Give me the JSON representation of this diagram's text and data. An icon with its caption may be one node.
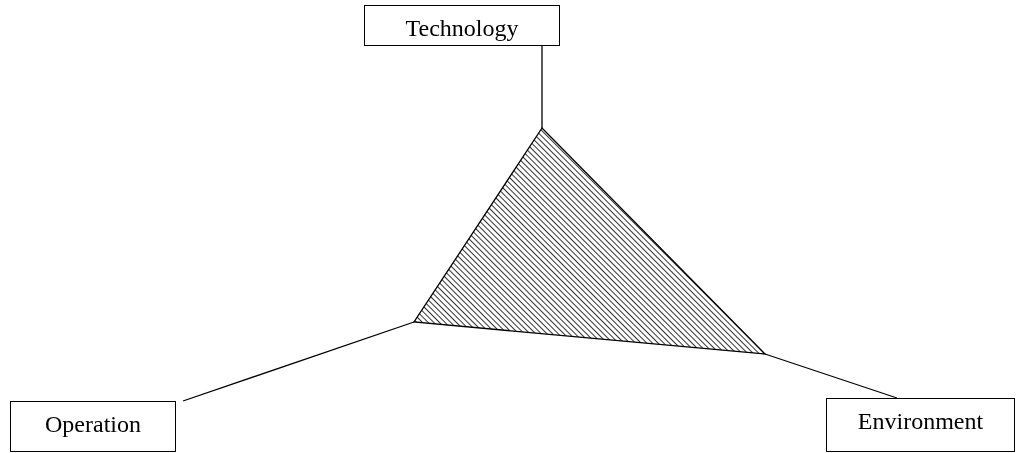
{
  "diagram": {
    "nodes": [
      {
        "text": [
          "Technology"
        ]
      },
      {
        "text": [
          "Operation"
        ]
      },
      {
        "text": [
          "Environment"
        ]
      },
      {
        "text": [],
        "shape": "triangle"
      }
    ],
    "edges": [
      {
        "from": 0,
        "to": 3,
        "arrow": "none"
      },
      {
        "from": 1,
        "to": 3,
        "arrow": "none"
      },
      {
        "from": 2,
        "to": 3,
        "arrow": "none"
      }
    ]
  }
}
